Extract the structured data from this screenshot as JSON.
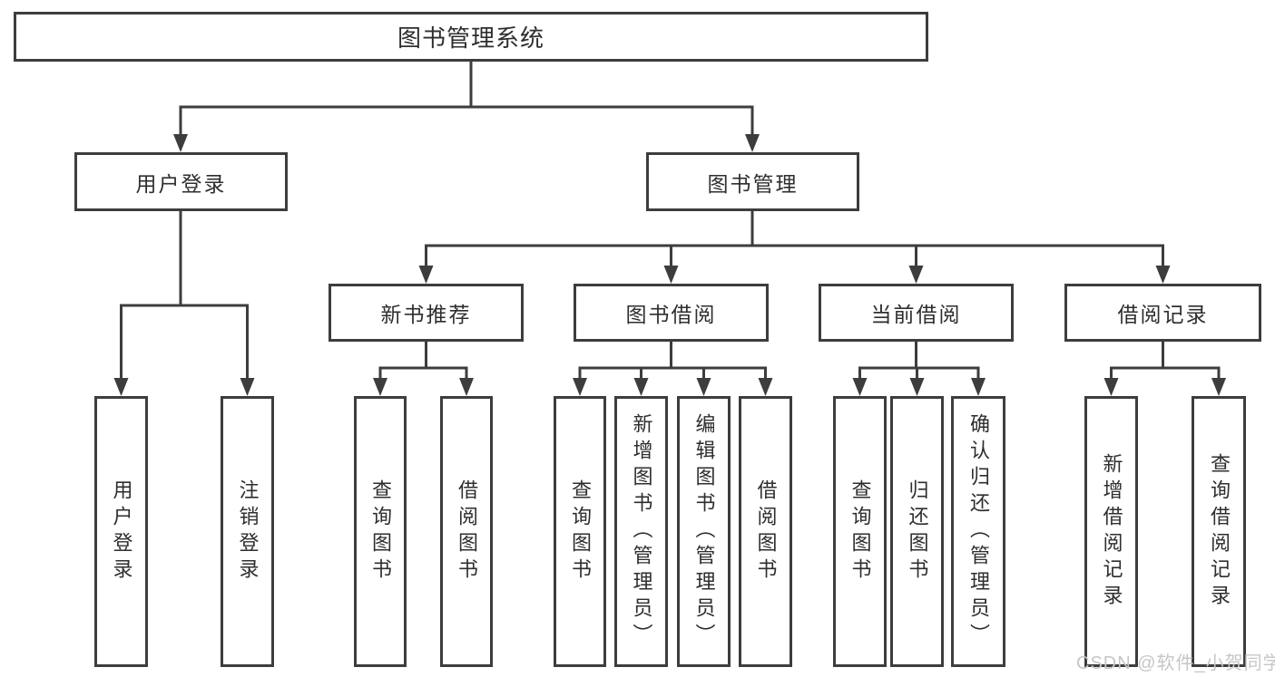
{
  "tree": {
    "label": "图书管理系统",
    "children": [
      {
        "label": "用户登录",
        "children": [
          {
            "label": "用户登录"
          },
          {
            "label": "注销登录"
          }
        ]
      },
      {
        "label": "图书管理",
        "children": [
          {
            "label": "新书推荐",
            "children": [
              {
                "label": "查询图书"
              },
              {
                "label": "借阅图书"
              }
            ]
          },
          {
            "label": "图书借阅",
            "children": [
              {
                "label": "查询图书"
              },
              {
                "label": "新增图书（管理员）"
              },
              {
                "label": "编辑图书（管理员）"
              },
              {
                "label": "借阅图书"
              }
            ]
          },
          {
            "label": "当前借阅",
            "children": [
              {
                "label": "查询图书"
              },
              {
                "label": "归还图书"
              },
              {
                "label": "确认归还（管理员）"
              }
            ]
          },
          {
            "label": "借阅记录",
            "children": [
              {
                "label": "新增借阅记录"
              },
              {
                "label": "查询借阅记录"
              }
            ]
          }
        ]
      }
    ]
  },
  "watermark": {
    "text": "CSDN @软件_小贺同学",
    "color": "#c6c6c6"
  },
  "colors": {
    "line": "#3d3d3d",
    "text": "#2e2e2e",
    "background": "#ffffff"
  }
}
